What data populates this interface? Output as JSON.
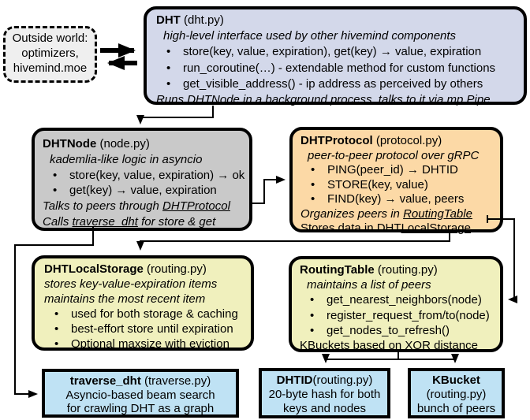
{
  "colors": {
    "dht_box": "#d3d8ea",
    "dhtnode_box": "#c9c9c9",
    "dhtprotocol_box": "#fcd9a6",
    "storage_box": "#f0f0bd",
    "routing_box": "#f0f0bd",
    "leaf_box": "#bfe2f4",
    "outside_box": "#efefef",
    "wire": "#000000"
  },
  "outside_world": {
    "lines": [
      "Outside world:",
      "optimizers,",
      "hivemind.moe"
    ]
  },
  "dht": {
    "title": "DHT",
    "file": " (dht.py)",
    "subtitle": "high-level interface used by other hivemind components",
    "bullets": [
      "store(key, value, expiration), get(key) → value, expiration",
      "run_coroutine(…) - extendable method for custom functions",
      "get_visible_address() - ip address as perceived by others"
    ],
    "footer_prefix": "Runs ",
    "footer_link": "DHTNode",
    "footer_suffix": " in a background process, talks to it via mp.Pipe"
  },
  "dhtnode": {
    "title": "DHTNode",
    "file": " (node.py)",
    "subtitle": "kademlia-like logic in asyncio",
    "bullets": [
      "store(key, value, expiration) → ok",
      "get(key) → value, expiration"
    ],
    "footer1_prefix": "Talks to peers through ",
    "footer1_link": "DHTProtocol",
    "footer2_prefix": "Calls ",
    "footer2_link": "traverse_dht",
    "footer2_suffix": " for store & get"
  },
  "dhtprotocol": {
    "title": "DHTProtocol",
    "file": " (protocol.py)",
    "subtitle": "peer-to-peer protocol over gRPC",
    "bullets": [
      "PING(peer_id) → DHTID",
      "STORE(key, value)",
      "FIND(key) → value, peers"
    ],
    "footer1_prefix": "Organizes peers in ",
    "footer1_link": "RoutingTable",
    "footer2_prefix": "Stores data in DHT",
    "footer2_link": "LocalStorage"
  },
  "storage": {
    "title": "DHTLocalStorage",
    "file": " (routing.py)",
    "subtitle1": "stores key-value-expiration items",
    "subtitle2": "maintains the most recent item",
    "bullets": [
      "used for both storage & caching",
      "best-effort store until expiration",
      "Optional maxsize with eviction"
    ]
  },
  "routing": {
    "title": "RoutingTable",
    "file": " (routing.py)",
    "subtitle": "maintains a list of peers",
    "bullets": [
      "get_nearest_neighbors(node)",
      "register_request_from/to(node)",
      "get_nodes_to_refresh()"
    ],
    "footer": "KBuckets based on XOR distance"
  },
  "traverse": {
    "title": "traverse_dht",
    "file": " (traverse.py)",
    "lines": [
      "Asyncio-based beam search",
      "for crawling DHT as a graph"
    ]
  },
  "dhtid": {
    "title": "DHTID",
    "file": "(routing.py)",
    "lines": [
      "20-byte hash for both",
      "keys and nodes"
    ]
  },
  "kbucket": {
    "title": "KBucket",
    "file": "(routing.py)",
    "lines": [
      "bunch of peers"
    ]
  }
}
